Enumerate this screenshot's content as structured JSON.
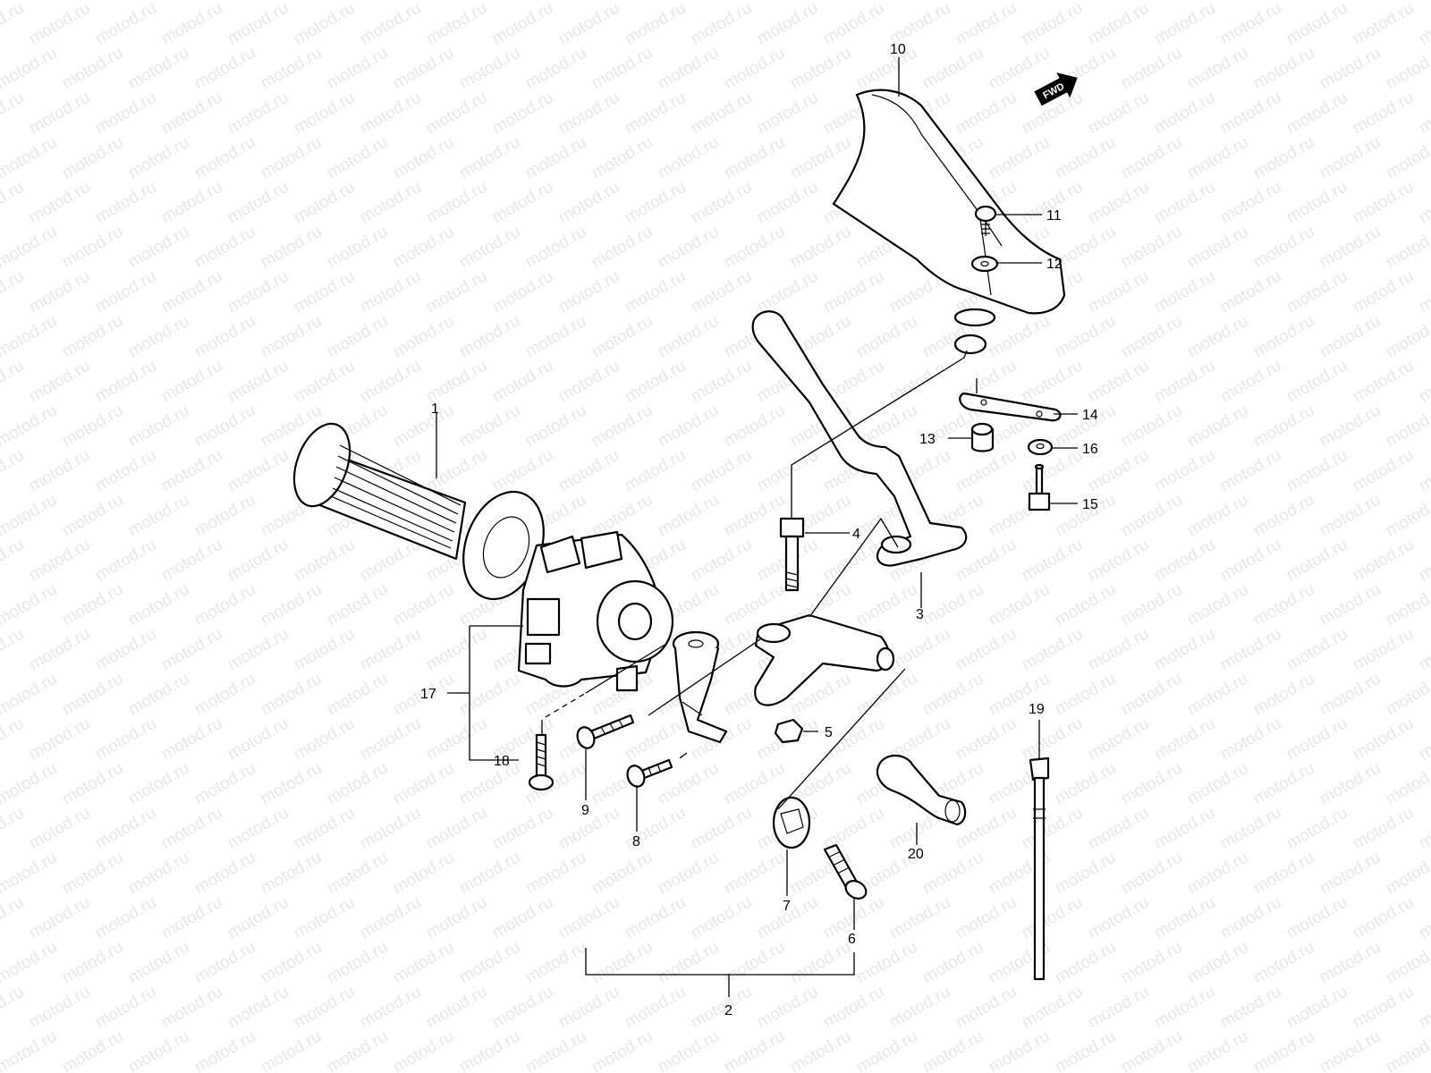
{
  "watermark": {
    "text": "motod.ru"
  },
  "badge": {
    "text": "FWD"
  },
  "callouts": [
    {
      "id": "1",
      "label": "1"
    },
    {
      "id": "2",
      "label": "2"
    },
    {
      "id": "3",
      "label": "3"
    },
    {
      "id": "4",
      "label": "4"
    },
    {
      "id": "5",
      "label": "5"
    },
    {
      "id": "6",
      "label": "6"
    },
    {
      "id": "7",
      "label": "7"
    },
    {
      "id": "8",
      "label": "8"
    },
    {
      "id": "9",
      "label": "9"
    },
    {
      "id": "10",
      "label": "10"
    },
    {
      "id": "11",
      "label": "11"
    },
    {
      "id": "12",
      "label": "12"
    },
    {
      "id": "13",
      "label": "13"
    },
    {
      "id": "14",
      "label": "14"
    },
    {
      "id": "15",
      "label": "15"
    },
    {
      "id": "16",
      "label": "16"
    },
    {
      "id": "17",
      "label": "17"
    },
    {
      "id": "18",
      "label": "18"
    },
    {
      "id": "19",
      "label": "19"
    },
    {
      "id": "20",
      "label": "20"
    }
  ]
}
